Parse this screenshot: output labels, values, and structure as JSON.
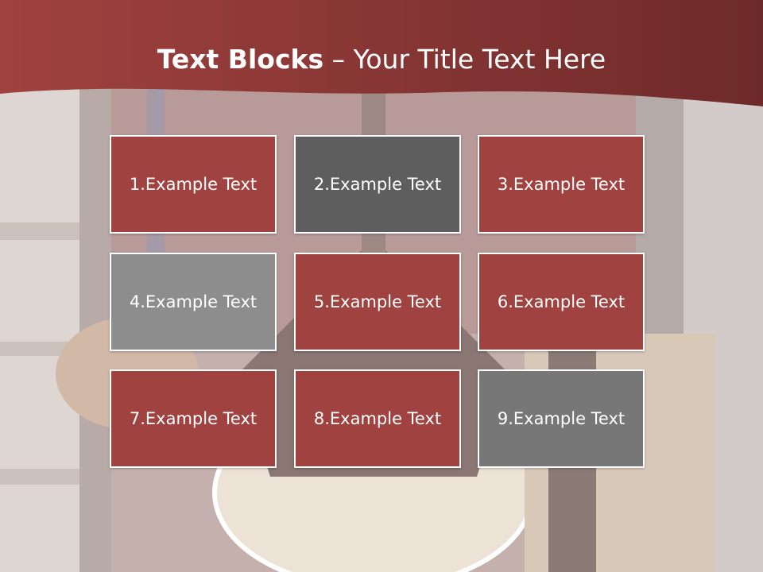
{
  "title": {
    "bold_part": "Text Blocks",
    "separator": " – ",
    "rest": "Your Title Text Here"
  },
  "blocks": [
    {
      "label": "1.Example Text",
      "style": "red"
    },
    {
      "label": "2.Example Text",
      "style": "dark"
    },
    {
      "label": "3.Example Text",
      "style": "red"
    },
    {
      "label": "4.Example Text",
      "style": "mid"
    },
    {
      "label": "5.Example Text",
      "style": "red"
    },
    {
      "label": "6.Example Text",
      "style": "red"
    },
    {
      "label": "7.Example Text",
      "style": "red"
    },
    {
      "label": "8.Example Text",
      "style": "red"
    },
    {
      "label": "9.Example Text",
      "style": "gray"
    }
  ],
  "colors": {
    "header": "#a0423f",
    "header_dark": "#6e2a2a",
    "block_red": "#a0423f",
    "block_dark": "#5e5e5e",
    "block_mid": "#8d8d8d",
    "block_gray": "#777777",
    "text": "#ffffff"
  }
}
